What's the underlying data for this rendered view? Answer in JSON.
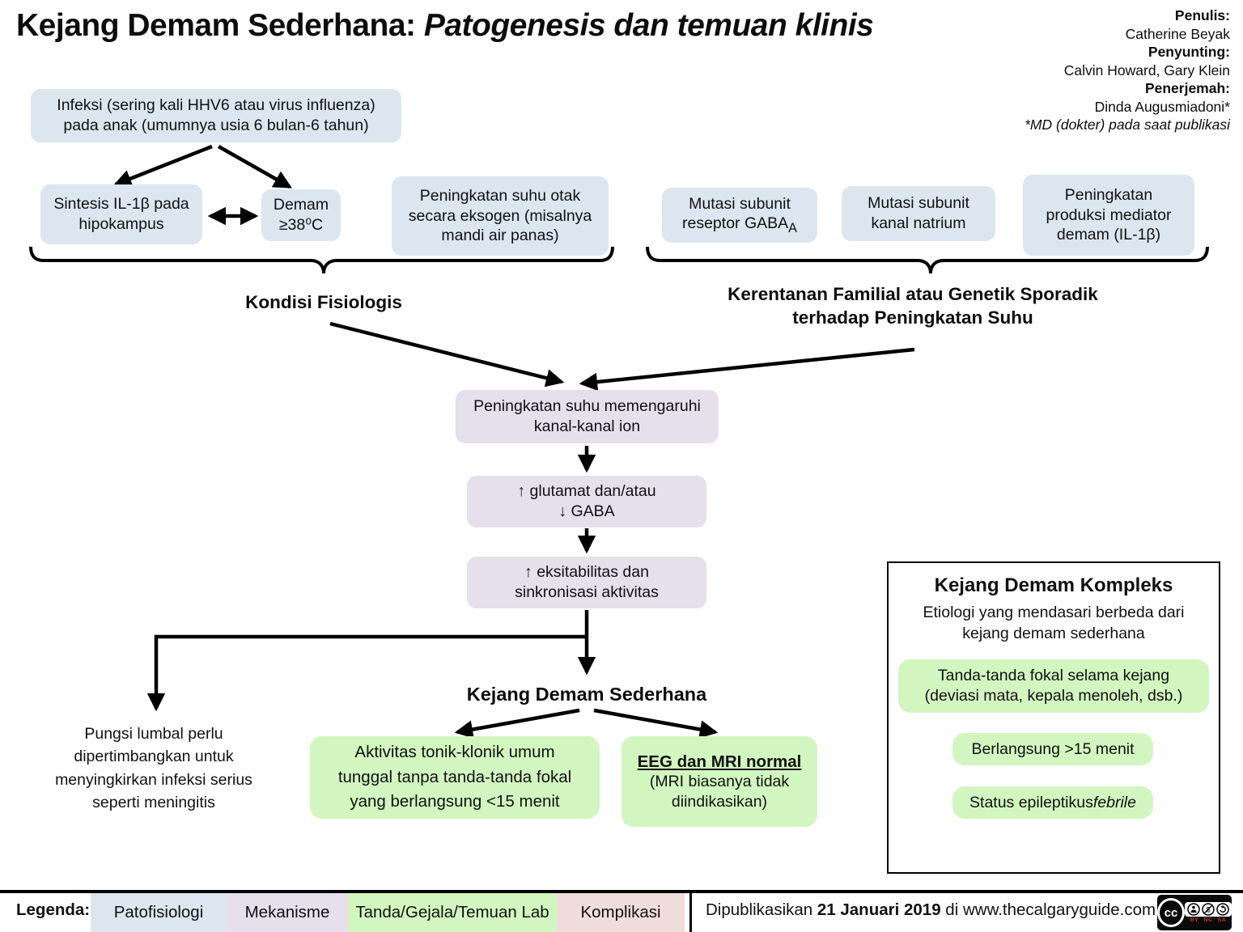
{
  "title": {
    "main": "Kejang Demam Sederhana: ",
    "italic": "Patogenesis dan temuan klinis"
  },
  "credits": {
    "penulis_label": "Penulis:",
    "penulis": "Catherine Beyak",
    "penyunting_label": "Penyunting:",
    "penyunting": "Calvin Howard, Gary Klein",
    "penerjemah_label": "Penerjemah:",
    "penerjemah": "Dinda Augusmiadoni*",
    "note": "*MD (dokter) pada saat publikasi"
  },
  "boxes": {
    "infeksi": [
      "Infeksi (sering kali HHV6 atau virus influenza)",
      "pada anak (umumnya usia 6 bulan-6 tahun)"
    ],
    "sintesis": [
      "Sintesis IL-1β pada",
      "hipokampus"
    ],
    "demam": [
      "Demam",
      "≥38⁰C"
    ],
    "suhu_otak": [
      "Peningkatan suhu otak",
      "secara eksogen (misalnya",
      "mandi air panas)"
    ],
    "mutasi_gaba": {
      "l1": "Mutasi subunit",
      "l2": "reseptor GABA",
      "sub": "A"
    },
    "mutasi_natrium": [
      "Mutasi subunit",
      "kanal natrium"
    ],
    "produksi": [
      "Peningkatan",
      "produksi mediator",
      "demam (IL-1β)"
    ]
  },
  "groups": {
    "left_label": "Kondisi Fisiologis",
    "right_label": [
      "Kerentanan Familial atau Genetik Sporadik",
      "terhadap Peningkatan Suhu"
    ]
  },
  "mechanism": {
    "m1": [
      "Peningkatan suhu memengaruhi",
      "kanal-kanal ion"
    ],
    "m2": [
      "↑ glutamat dan/atau",
      "↓ GABA"
    ],
    "m3": [
      "↑ eksitabilitas dan",
      "sinkronisasi aktivitas"
    ]
  },
  "outcome": {
    "heading": "Kejang Demam Sederhana",
    "tonic": [
      "Aktivitas tonik-klonik umum",
      "tunggal tanpa tanda-tanda fokal",
      "yang berlangsung <15 menit"
    ],
    "eeg_title": "EEG dan MRI normal",
    "eeg_sub": [
      "(MRI biasanya tidak",
      "diindikasikan)"
    ],
    "pungsi": [
      "Pungsi lumbal perlu",
      "dipertimbangkan untuk",
      "menyingkirkan infeksi serius",
      "seperti meningitis"
    ]
  },
  "kompleks": {
    "title": "Kejang Demam Kompleks",
    "subtitle": [
      "Etiologi yang mendasari berbeda dari",
      "kejang demam sederhana"
    ],
    "item1": [
      "Tanda-tanda fokal selama kejang",
      "(deviasi mata, kepala menoleh, dsb.)"
    ],
    "item2": "Berlangsung  >15 menit",
    "item3_main": "Status epileptikus ",
    "item3_italic": "febrile"
  },
  "legend": {
    "label": "Legenda:",
    "items": [
      {
        "label": "Patofisiologi",
        "color": "#dce6f1"
      },
      {
        "label": "Mekanisme",
        "color": "#e5e0eb"
      },
      {
        "label": "Tanda/Gejala/Temuan Lab",
        "color": "#d2f6c0"
      },
      {
        "label": "Komplikasi",
        "color": "#f0dcda"
      }
    ]
  },
  "footer": {
    "pub_prefix": "Dipublikasikan ",
    "pub_date": "21 Januari 2019",
    "pub_suffix": " di www.thecalgaryguide.com",
    "license": {
      "cc": "cc",
      "by": "BY",
      "nc": "NC",
      "sa": "SA"
    }
  },
  "colors": {
    "pathophysiology": "#dce6f1",
    "mechanism": "#e5e0eb",
    "sign_lab": "#d2f6c0",
    "complication": "#f0dcda",
    "arrow": "#000000"
  },
  "icons": {
    "cc-icon": "cc circle",
    "by-icon": "person attribution",
    "nc-icon": "dollar crossed non-commercial",
    "sa-icon": "share-alike arrow"
  }
}
